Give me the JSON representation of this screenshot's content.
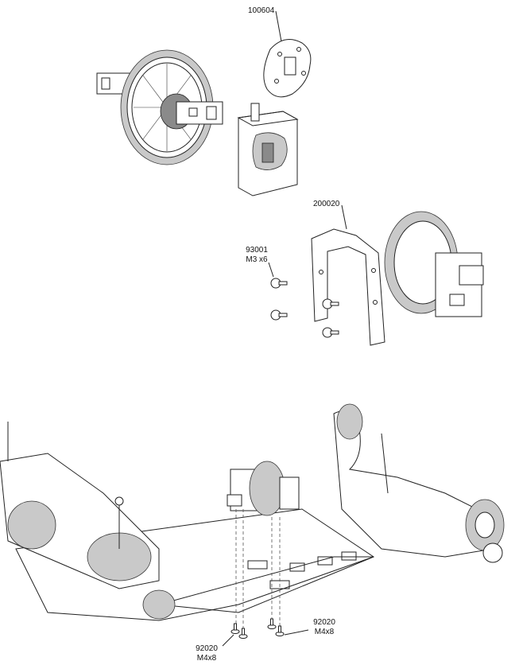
{
  "callouts": {
    "brake_disc": {
      "part_no": "100604"
    },
    "diff_mount_plate": {
      "part_no": "200020"
    },
    "mount_screws": {
      "part_no": "93001",
      "spec": "M3 x6"
    },
    "chassis_screws_left": {
      "part_no": "92020",
      "spec": "M4x8"
    },
    "chassis_screws_right": {
      "part_no": "92020",
      "spec": "M4x8"
    }
  },
  "icons": {
    "differential": "center-differential-gear-icon",
    "diff_case": "differential-housing-icon",
    "brake_disc": "brake-disc-icon",
    "plate": "diff-mount-plate-icon",
    "screw": "cap-screw-icon",
    "chassis": "rc-chassis-icon"
  },
  "colors": {
    "line": "#222222",
    "fill_grey": "#c9c9c9",
    "background": "#ffffff"
  }
}
